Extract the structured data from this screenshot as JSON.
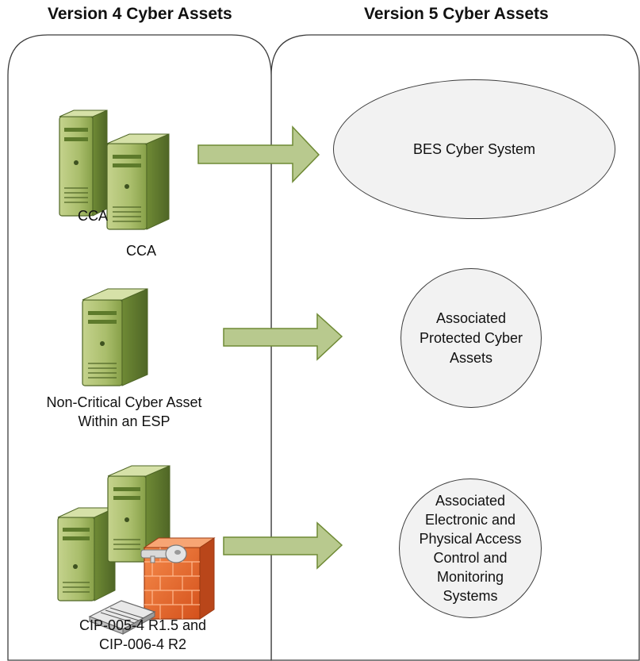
{
  "left_title": "Version 4 Cyber Assets",
  "right_title": "Version 5 Cyber Assets",
  "rows": {
    "cca": {
      "asset_label_1": "CCA",
      "asset_label_2": "CCA",
      "target_label": "BES Cyber System"
    },
    "non_critical": {
      "asset_label_line1": "Non-Critical Cyber Asset",
      "asset_label_line2": "Within an ESP",
      "target_label_line1": "Associated",
      "target_label_line2": "Protected Cyber",
      "target_label_line3": "Assets"
    },
    "access_control": {
      "asset_label_line1": "CIP-005-4 R1.5 and",
      "asset_label_line2": "CIP-006-4 R2",
      "target_label_line1": "Associated",
      "target_label_line2": "Electronic and",
      "target_label_line3": "Physical Access",
      "target_label_line4": "Control and",
      "target_label_line5": "Monitoring",
      "target_label_line6": "Systems"
    }
  },
  "colors": {
    "server_face": "#a9bd6b",
    "server_dark": "#6f8a35",
    "arrow_fill": "#b8c98e",
    "arrow_stroke": "#6f8a35",
    "oval_fill": "#f2f2f2",
    "firewall": "#e66a2c"
  }
}
